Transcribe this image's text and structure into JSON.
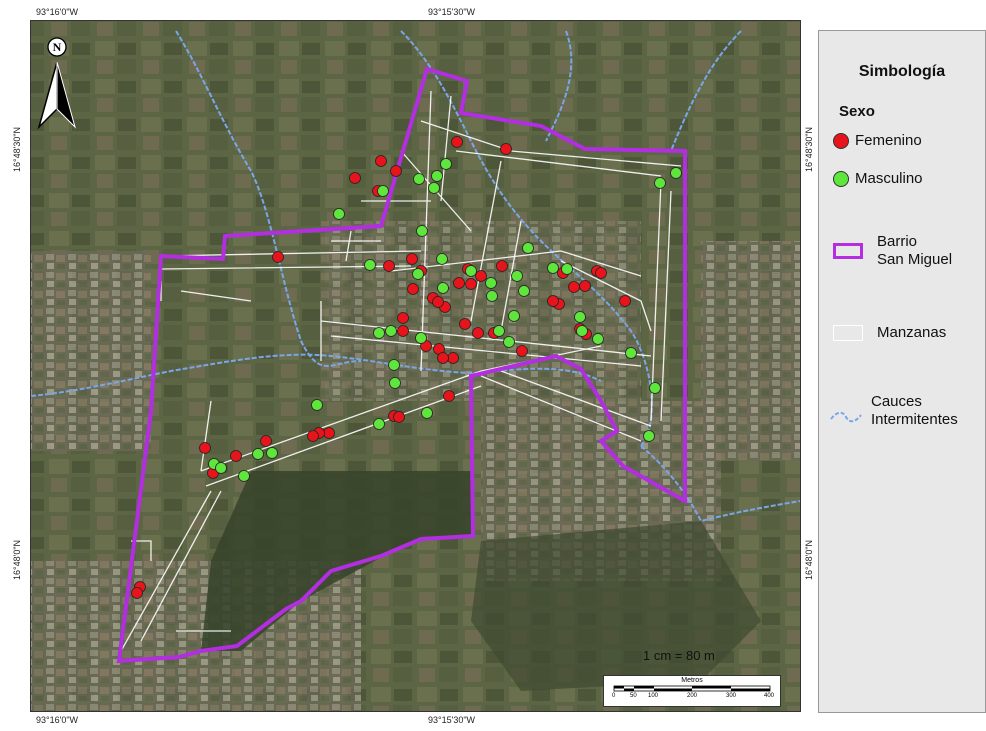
{
  "coordinates": {
    "top_left": "93°16'0\"W",
    "top_mid": "93°15'30\"W",
    "bottom_left": "93°16'0\"W",
    "bottom_mid": "93°15'30\"W",
    "left_top": "16°48'30\"N",
    "left_bottom": "16°48'0\"N",
    "right_top": "16°48'30\"N",
    "right_bottom": "16°48'0\"N"
  },
  "north_label": "N",
  "scale": {
    "text": "1 cm = 80 m",
    "unit_title": "Metros",
    "ticks": [
      "0",
      "50",
      "100",
      "200",
      "300",
      "400"
    ]
  },
  "legend": {
    "title": "Simbología",
    "group_label": "Sexo",
    "female_label": "Femenino",
    "male_label": "Masculino",
    "boundary_line1": "Barrio",
    "boundary_line2": "San Miguel",
    "blocks_label": "Manzanas",
    "streams_line1": "Cauces",
    "streams_line2": "Intermitentes"
  },
  "colors": {
    "female": "#e8141c",
    "male": "#5ee63c",
    "boundary": "#b22ee0",
    "streams": "#7aa6e8",
    "blocks": "#ffffff"
  },
  "points": {
    "female": [
      [
        505,
        148
      ],
      [
        456,
        141
      ],
      [
        380,
        160
      ],
      [
        395,
        170
      ],
      [
        354,
        177
      ],
      [
        377,
        190
      ],
      [
        277,
        256
      ],
      [
        388,
        265
      ],
      [
        411,
        258
      ],
      [
        420,
        270
      ],
      [
        467,
        268
      ],
      [
        480,
        275
      ],
      [
        501,
        265
      ],
      [
        458,
        282
      ],
      [
        470,
        283
      ],
      [
        412,
        288
      ],
      [
        432,
        297
      ],
      [
        444,
        306
      ],
      [
        437,
        301
      ],
      [
        402,
        317
      ],
      [
        402,
        330
      ],
      [
        464,
        323
      ],
      [
        425,
        345
      ],
      [
        438,
        348
      ],
      [
        452,
        357
      ],
      [
        442,
        357
      ],
      [
        477,
        332
      ],
      [
        493,
        332
      ],
      [
        521,
        350
      ],
      [
        558,
        303
      ],
      [
        552,
        300
      ],
      [
        573,
        286
      ],
      [
        584,
        285
      ],
      [
        596,
        270
      ],
      [
        600,
        272
      ],
      [
        624,
        300
      ],
      [
        562,
        272
      ],
      [
        585,
        333
      ],
      [
        579,
        328
      ],
      [
        448,
        395
      ],
      [
        393,
        415
      ],
      [
        398,
        416
      ],
      [
        328,
        432
      ],
      [
        318,
        432
      ],
      [
        312,
        435
      ],
      [
        265,
        440
      ],
      [
        235,
        455
      ],
      [
        204,
        447
      ],
      [
        212,
        472
      ],
      [
        139,
        586
      ],
      [
        136,
        592
      ]
    ],
    "male": [
      [
        659,
        182
      ],
      [
        675,
        172
      ],
      [
        445,
        163
      ],
      [
        433,
        187
      ],
      [
        436,
        175
      ],
      [
        418,
        178
      ],
      [
        382,
        190
      ],
      [
        338,
        213
      ],
      [
        421,
        230
      ],
      [
        369,
        264
      ],
      [
        441,
        258
      ],
      [
        417,
        273
      ],
      [
        470,
        270
      ],
      [
        490,
        282
      ],
      [
        442,
        287
      ],
      [
        516,
        275
      ],
      [
        523,
        290
      ],
      [
        527,
        247
      ],
      [
        491,
        295
      ],
      [
        513,
        315
      ],
      [
        579,
        316
      ],
      [
        581,
        330
      ],
      [
        597,
        338
      ],
      [
        630,
        352
      ],
      [
        654,
        387
      ],
      [
        648,
        435
      ],
      [
        566,
        268
      ],
      [
        552,
        267
      ],
      [
        508,
        341
      ],
      [
        498,
        330
      ],
      [
        378,
        332
      ],
      [
        390,
        330
      ],
      [
        420,
        337
      ],
      [
        393,
        364
      ],
      [
        394,
        382
      ],
      [
        378,
        423
      ],
      [
        426,
        412
      ],
      [
        316,
        404
      ],
      [
        271,
        452
      ],
      [
        257,
        453
      ],
      [
        243,
        475
      ],
      [
        213,
        463
      ],
      [
        220,
        467
      ]
    ]
  }
}
